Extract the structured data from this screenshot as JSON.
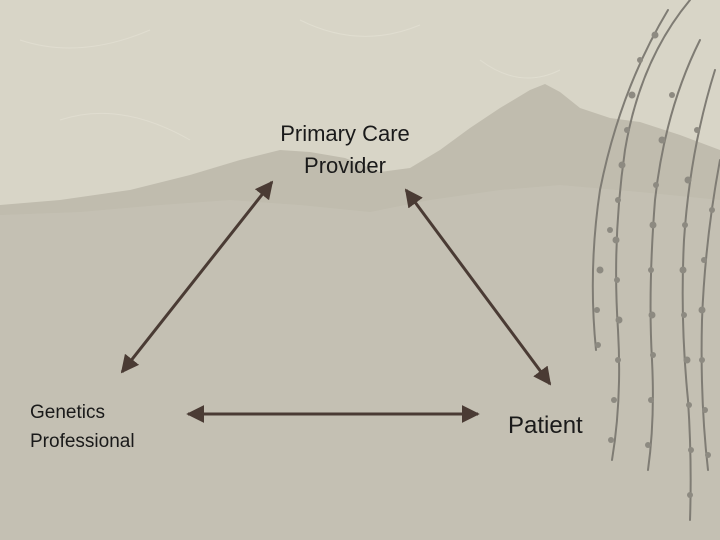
{
  "diagram": {
    "nodes": [
      {
        "id": "primary-care-provider",
        "lines": [
          "Primary Care",
          "Provider"
        ]
      },
      {
        "id": "genetics-professional",
        "lines": [
          "Genetics",
          "Professional"
        ]
      },
      {
        "id": "patient",
        "lines": [
          "Patient"
        ]
      }
    ],
    "edges": [
      {
        "from": "genetics-professional",
        "to": "primary-care-provider",
        "arrows": "both"
      },
      {
        "from": "primary-care-provider",
        "to": "patient",
        "arrows": "both"
      },
      {
        "from": "genetics-professional",
        "to": "patient",
        "arrows": "both"
      }
    ],
    "colors": {
      "background": "#d6d3c4",
      "mountain": "#bdb9ab",
      "arrow": "#4a3b34",
      "text": "#1a1a1a",
      "branch": "#7d7a72"
    }
  }
}
